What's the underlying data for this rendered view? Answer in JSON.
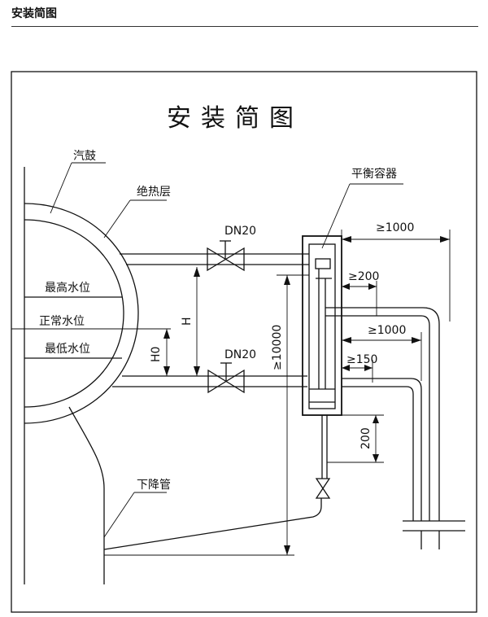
{
  "page": {
    "header": "安装简图"
  },
  "diagram": {
    "title": "安装简图",
    "labels": {
      "drum": "汽鼓",
      "insulation": "绝热层",
      "balance_vessel": "平衡容器",
      "max_level": "最高水位",
      "normal_level": "正常水位",
      "min_level": "最低水位",
      "downcomer": "下降管",
      "valve_top": "DN20",
      "valve_bottom": "DN20",
      "dim_H": "H",
      "dim_H0": "H0",
      "dim_10000": "≥10000",
      "dim_1000_top": "≥1000",
      "dim_200_right": "≥200",
      "dim_1000_mid": "≥1000",
      "dim_150": "≥150",
      "dim_200_bottom": "200"
    }
  }
}
